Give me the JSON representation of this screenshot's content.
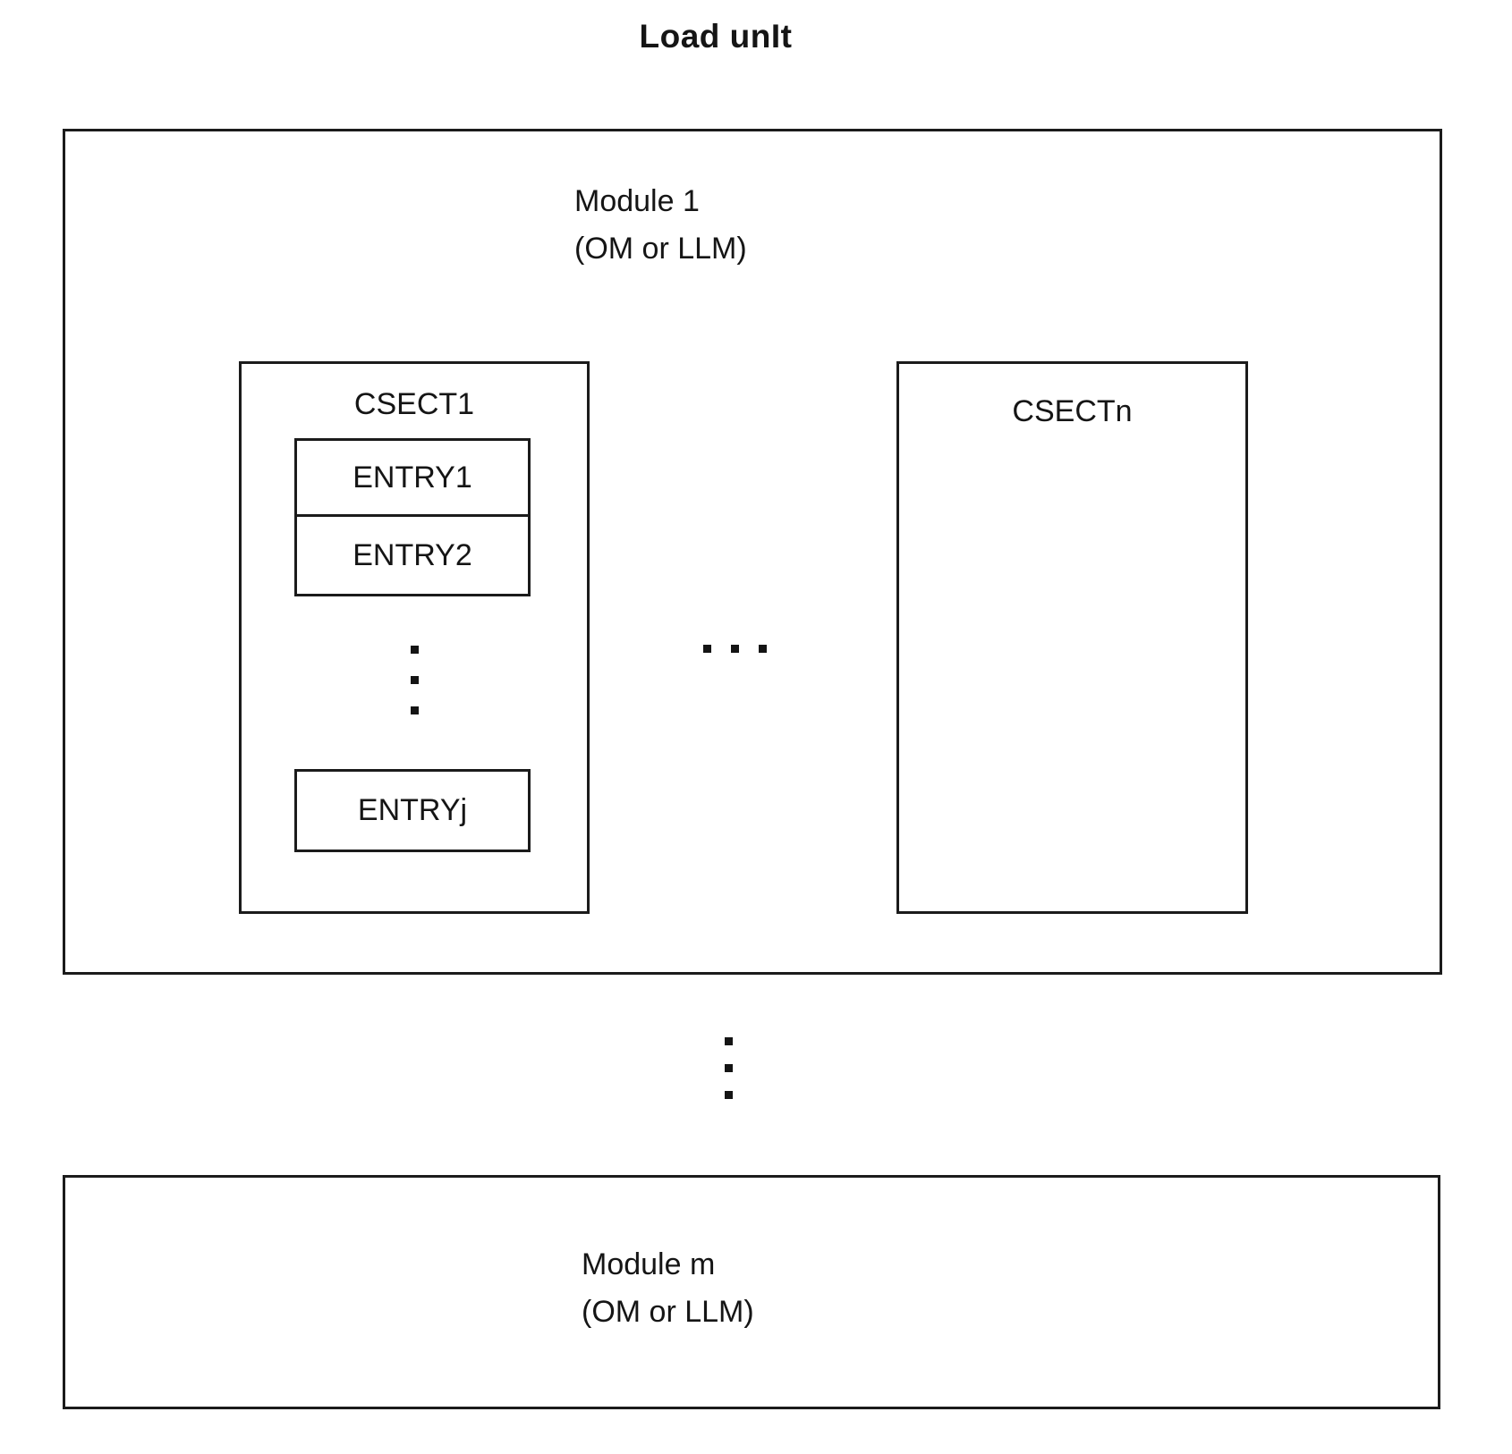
{
  "diagram": {
    "title": "Load unIt",
    "module_top": {
      "name": "Module 1",
      "type": "(OM or LLM)",
      "csect_first": {
        "label": "CSECT1",
        "entries": [
          "ENTRY1",
          "ENTRY2"
        ],
        "entry_continuation_ellipsis": "⋮",
        "entry_last": "ENTRYj"
      },
      "csect_continuation_ellipsis": "…",
      "csect_last": {
        "label": "CSECTn"
      }
    },
    "module_continuation_ellipsis": "⋮",
    "module_bottom": {
      "name": "Module m",
      "type": "(OM or LLM)"
    },
    "colors": {
      "line": "#1b1b1b",
      "text": "#151515",
      "background": "#ffffff"
    }
  }
}
